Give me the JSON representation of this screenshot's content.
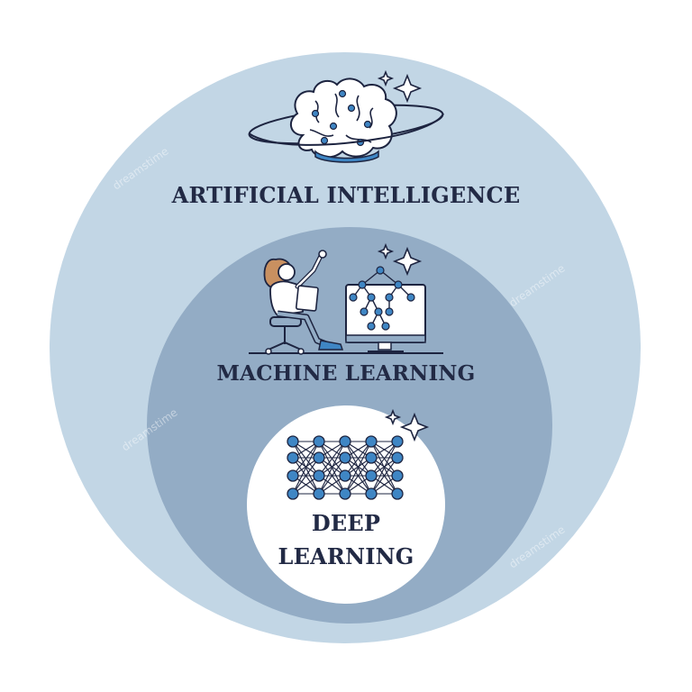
{
  "diagram": {
    "outer": {
      "label": "ARTIFICIAL INTELLIGENCE",
      "icon": "brain-orbit-icon"
    },
    "middle": {
      "label": "MACHINE LEARNING",
      "icon": "person-computer-icon"
    },
    "inner": {
      "label_line1": "DEEP",
      "label_line2": "LEARNING",
      "icon": "neural-network-icon"
    }
  },
  "colors": {
    "outer_circle": "#c2d6e5",
    "middle_circle": "#93acc5",
    "inner_circle": "#ffffff",
    "label_text": "#222a45",
    "accent_blue": "#3f86c4"
  },
  "watermark": "dreamstime"
}
